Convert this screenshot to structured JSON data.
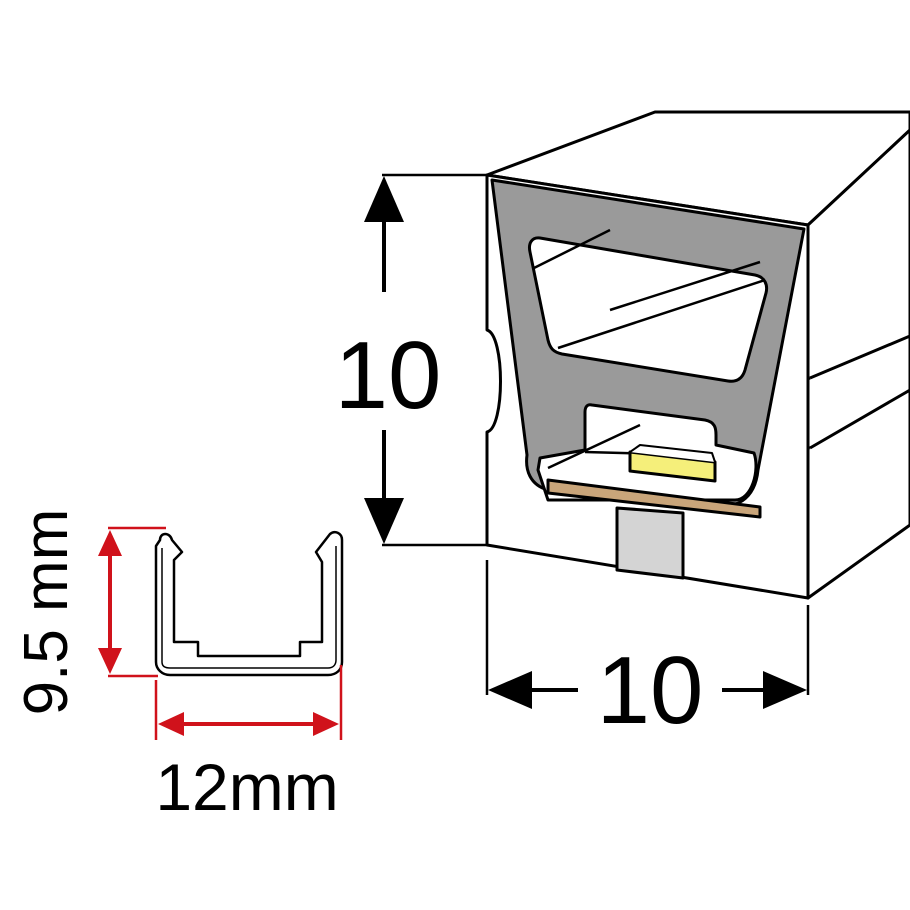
{
  "labels": {
    "profile_height": "10",
    "profile_width": "10",
    "channel_height": "9.5 mm",
    "channel_width": "12mm"
  },
  "colors": {
    "line": "#000000",
    "dimension_arrow": "#000000",
    "channel_dimension": "#d0121b",
    "silicone_gray": "#9a9a9a",
    "pcb": "#c9a57a",
    "led_chip": "#f5ef7a",
    "connector": "#d4d4d4",
    "background": "#ffffff"
  },
  "icons": {
    "arrow": "arrowhead"
  }
}
